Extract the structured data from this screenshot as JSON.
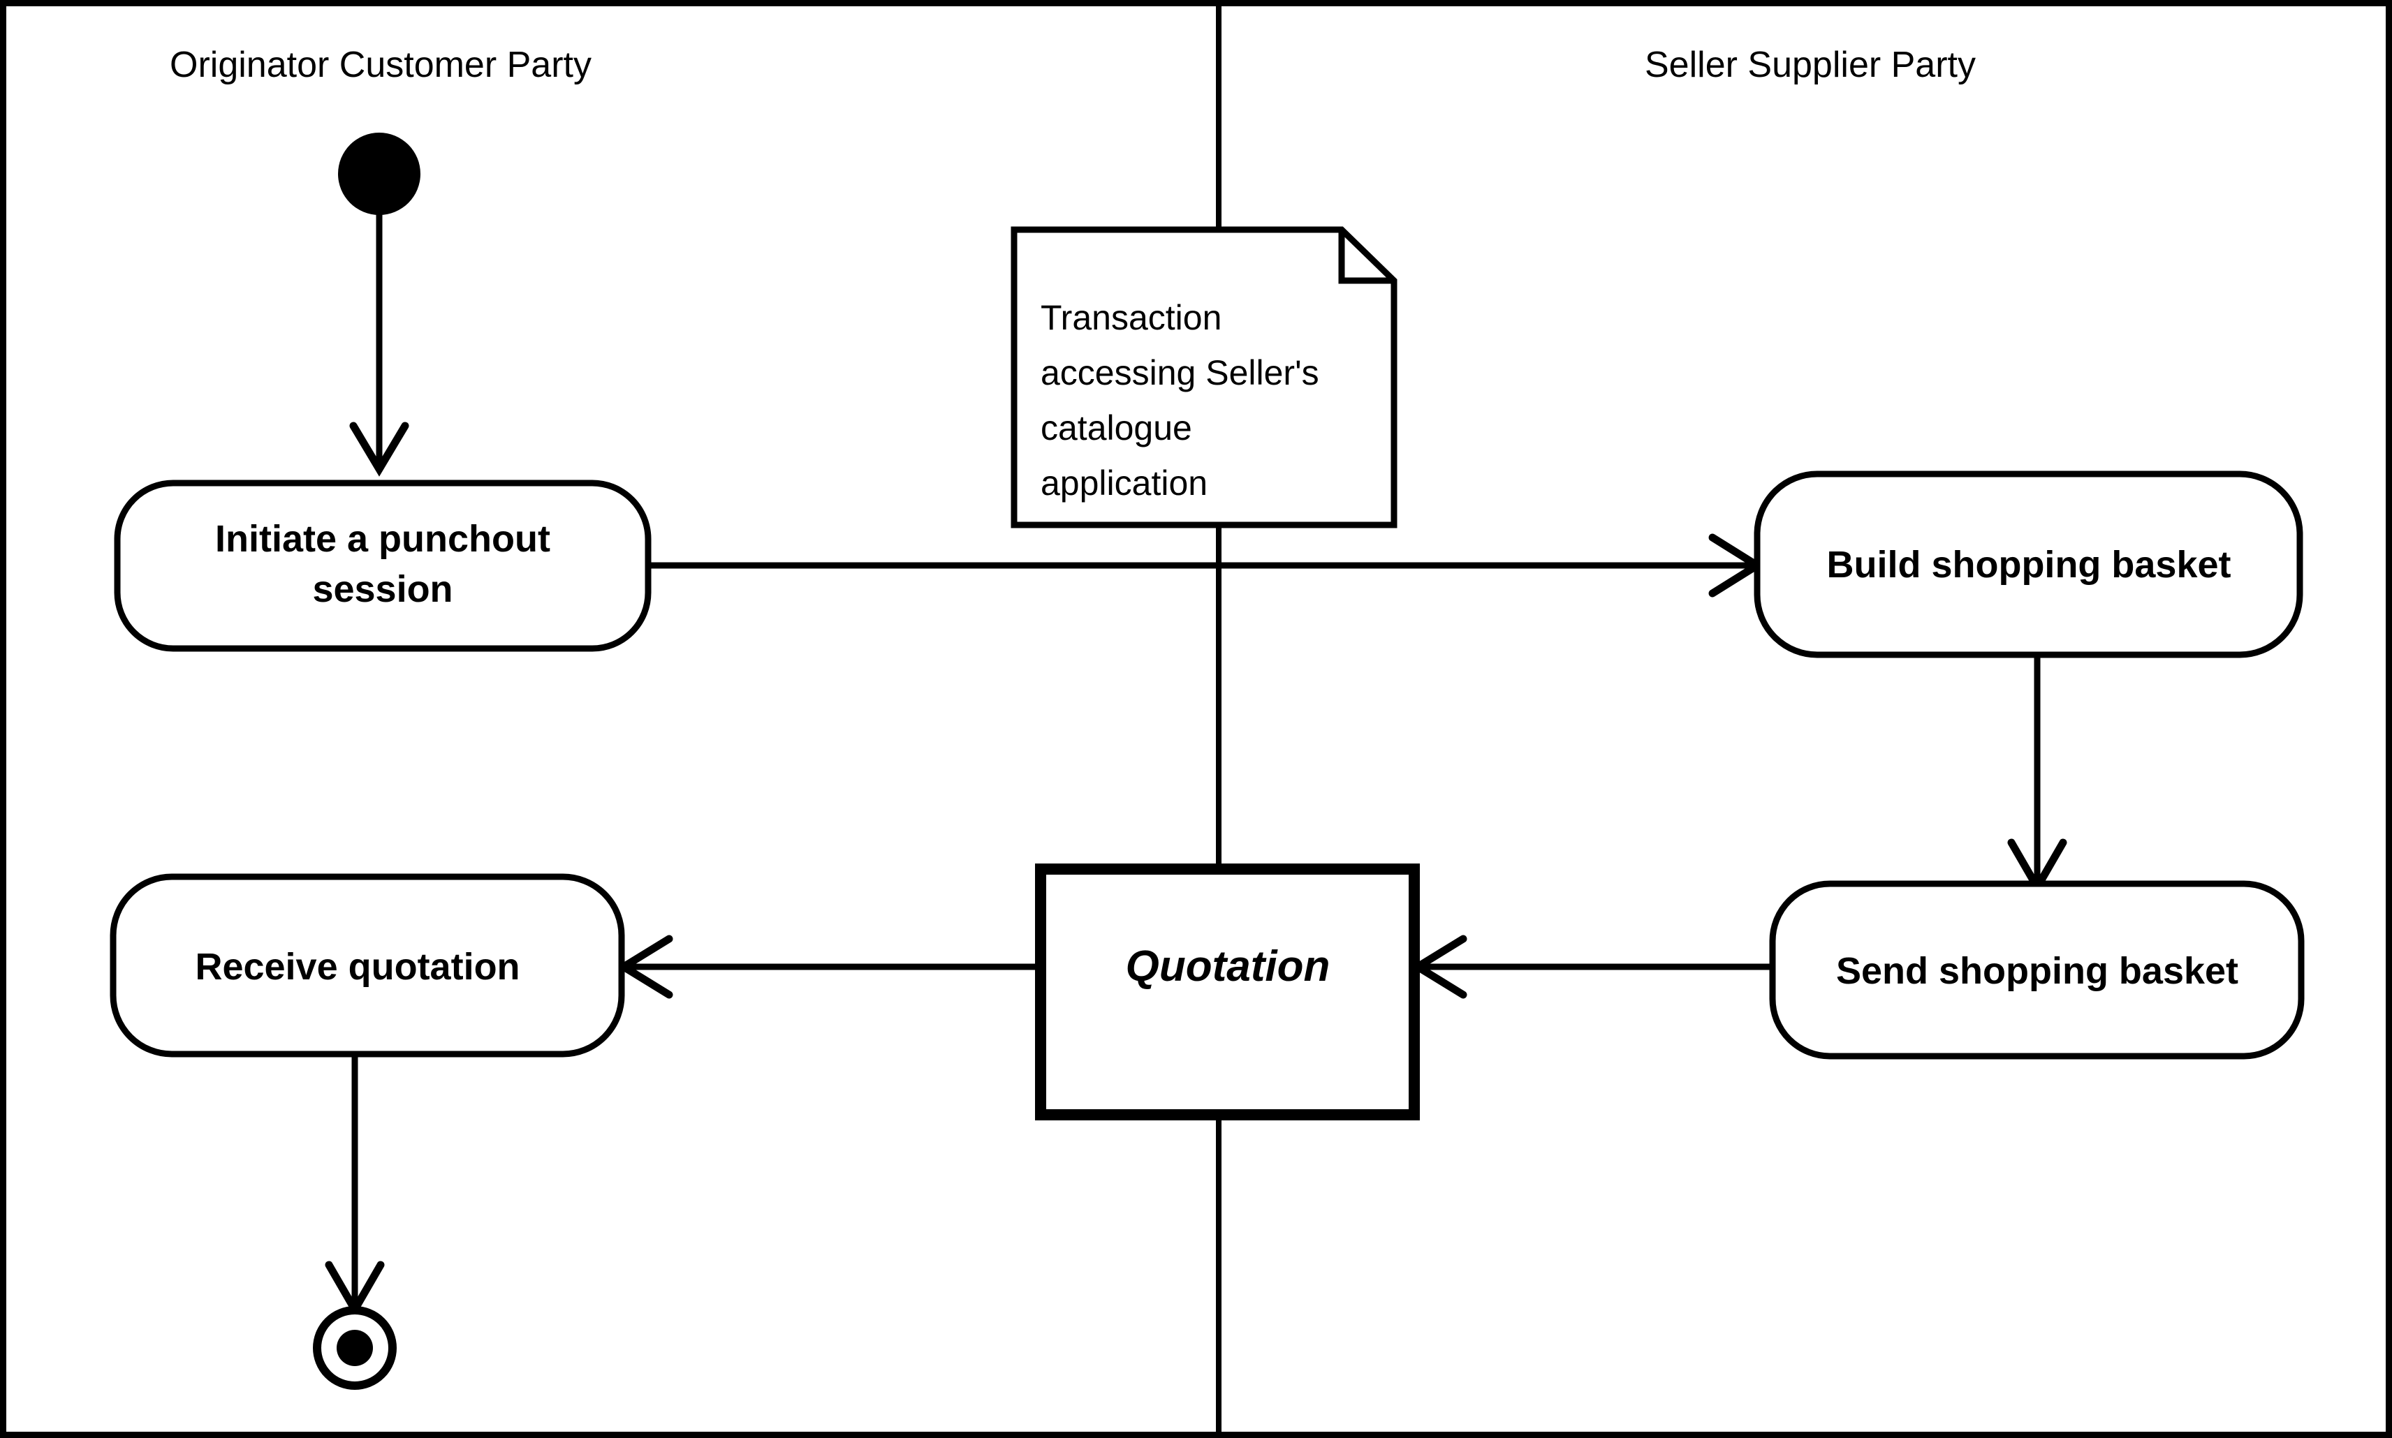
{
  "diagram": {
    "type": "uml-activity-diagram",
    "title_visible": false,
    "background_color": "#ffffff",
    "line_color": "#000000",
    "swimlanes": [
      {
        "id": "originator",
        "title": "Originator Customer Party"
      },
      {
        "id": "seller",
        "title": "Seller Supplier Party"
      }
    ],
    "nodes": {
      "initial": {
        "name": "initial-node",
        "label": ""
      },
      "initiate": {
        "label": "Initiate a punchout\nsession",
        "line1": "Initiate a punchout",
        "line2": "session"
      },
      "build": {
        "label": "Build shopping basket"
      },
      "send": {
        "label": "Send shopping basket"
      },
      "quotation": {
        "label": "Quotation"
      },
      "receive": {
        "label": "Receive quotation"
      },
      "final": {
        "name": "final-node",
        "label": ""
      }
    },
    "note": {
      "text": "Transaction accessing Seller's catalogue application",
      "lines": [
        "Transaction",
        "accessing Seller's",
        "catalogue",
        "application"
      ]
    },
    "edges": [
      {
        "id": "e1",
        "from": "initial",
        "to": "initiate",
        "direction": "down"
      },
      {
        "id": "e2",
        "from": "initiate",
        "to": "build",
        "direction": "right"
      },
      {
        "id": "e3",
        "from": "build",
        "to": "send",
        "direction": "down"
      },
      {
        "id": "e4",
        "from": "send",
        "to": "quotation",
        "direction": "left"
      },
      {
        "id": "e5",
        "from": "quotation",
        "to": "receive",
        "direction": "left"
      },
      {
        "id": "e6",
        "from": "receive",
        "to": "final",
        "direction": "down"
      }
    ]
  }
}
